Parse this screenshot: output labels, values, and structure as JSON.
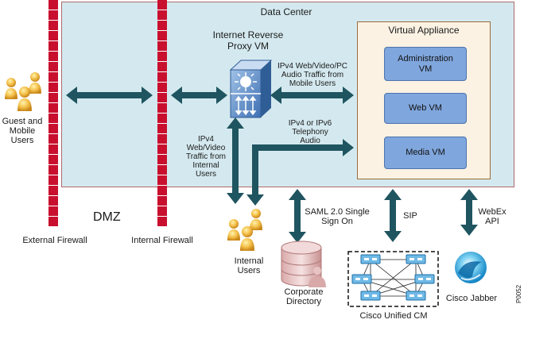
{
  "data_center": {
    "title": "Data Center"
  },
  "virtual_appliance": {
    "title": "Virtual Appliance",
    "vms": [
      "Administration VM",
      "Web VM",
      "Media VM"
    ]
  },
  "proxy": {
    "label": "Internet Reverse Proxy VM"
  },
  "traffic": {
    "mobile": "IPv4 Web/Video/PC Audio Traffic from Mobile Users",
    "internal": "IPv4 Web/Video Traffic from Internal Users",
    "telephony": "IPv4 or IPv6 Telephony Audio"
  },
  "zones": {
    "dmz": "DMZ",
    "external_firewall": "External Firewall",
    "internal_firewall": "Internal Firewall"
  },
  "users": {
    "guest_mobile": "Guest and Mobile Users",
    "internal": "Internal Users"
  },
  "links": {
    "saml": "SAML 2.0 Single Sign On",
    "sip": "SIP",
    "webex": "WebEx API"
  },
  "endpoints": {
    "directory": "Corporate Directory",
    "ucm": "Cisco Unified CM",
    "jabber": "Cisco Jabber"
  },
  "figure_id": "P0052",
  "colors": {
    "datacenter_fill": "#d4e9ef",
    "appliance_fill": "#fbf2e3",
    "vm_fill": "#7fa6dd",
    "arrow": "#1f5560",
    "firewall": "#c8102e"
  }
}
